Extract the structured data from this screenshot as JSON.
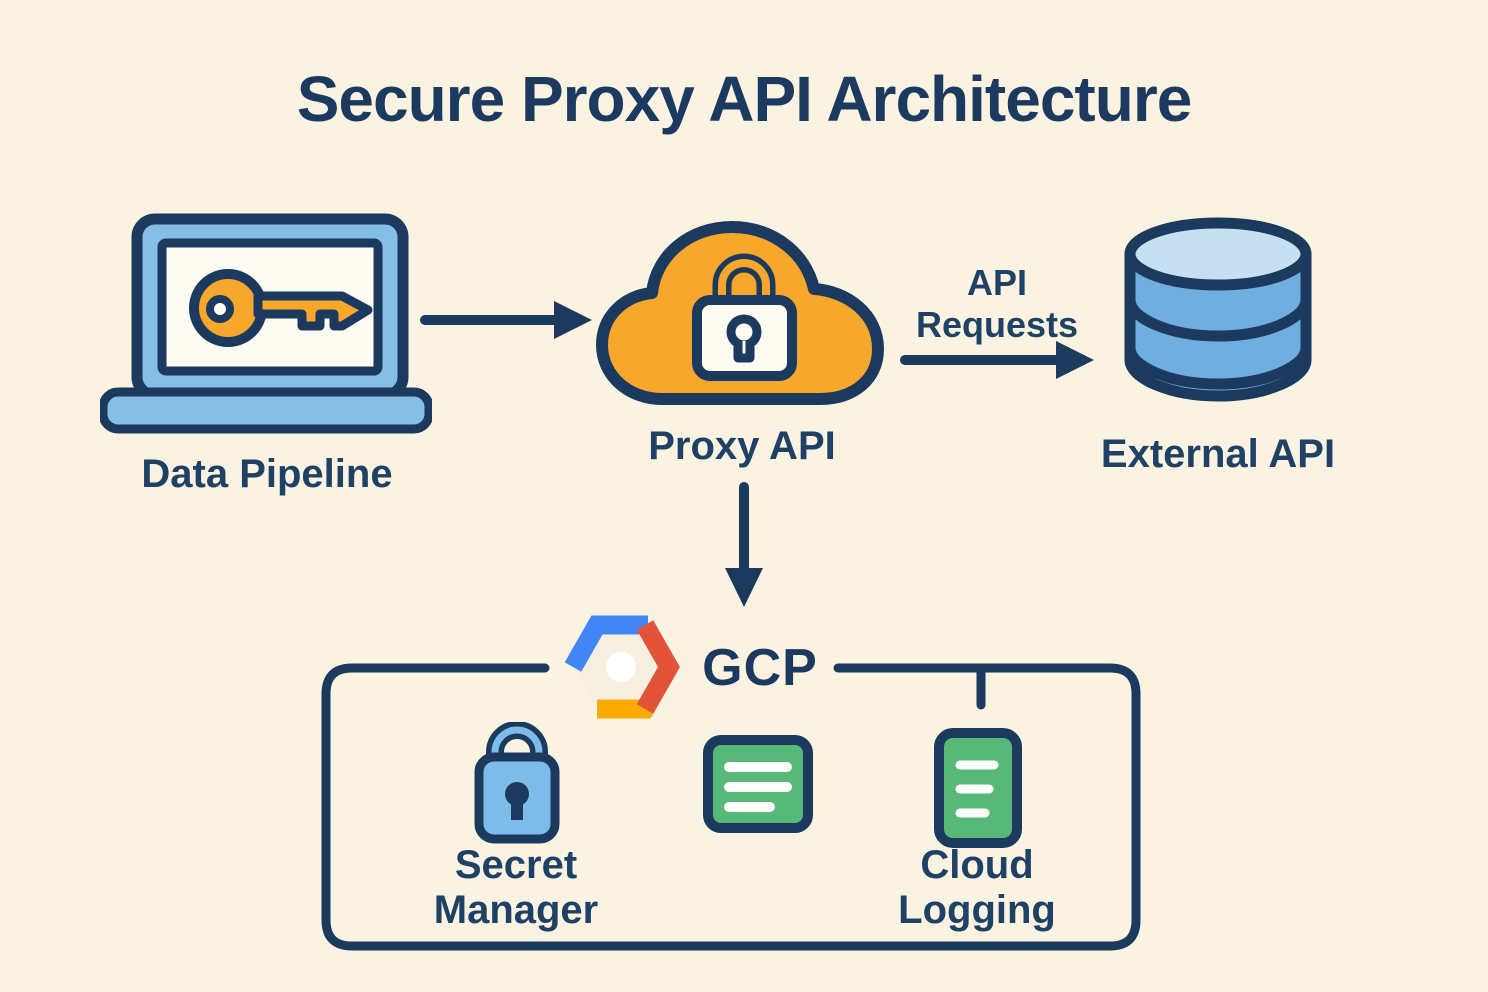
{
  "title": "Secure Proxy API Architecture",
  "nodes": {
    "data_pipeline": {
      "label": "Data Pipeline",
      "icon": "laptop-key-icon"
    },
    "proxy_api": {
      "label": "Proxy API",
      "icon": "cloud-lock-icon"
    },
    "external_api": {
      "label": "External API",
      "icon": "database-icon"
    },
    "gcp": {
      "label": "GCP",
      "icon": "gcp-hexagon-icon"
    },
    "secret_manager": {
      "label_lines": [
        "Secret",
        "Manager"
      ],
      "icon": "lock-icon"
    },
    "unlabeled_document": {
      "icon": "document-lines-icon"
    },
    "cloud_logging": {
      "label_lines": [
        "Cloud",
        "Logging"
      ],
      "icon": "log-document-icon"
    }
  },
  "edges": {
    "pipeline_to_proxy": {
      "type": "arrow-right"
    },
    "proxy_to_external": {
      "type": "arrow-right",
      "label_lines": [
        "API",
        "Requests"
      ]
    },
    "proxy_to_gcp": {
      "type": "arrow-down"
    },
    "gcp_box_to_cloud_logging": {
      "type": "stub-down"
    }
  },
  "colors": {
    "background": "#FAF3E2",
    "outline_navy": "#1B3A5E",
    "text_navy": "#1E4165",
    "orange": "#F6A72C",
    "laptop_blue": "#85BEE6",
    "database_blue": "#6FAEDF",
    "database_top_blue": "#C6DFF3",
    "green": "#57B878",
    "lock_blue": "#7DBCE8",
    "gcp_blue": "#4285F4",
    "gcp_red": "#E2543A",
    "gcp_yellow": "#F9AB00",
    "white": "#FFFFFF"
  }
}
